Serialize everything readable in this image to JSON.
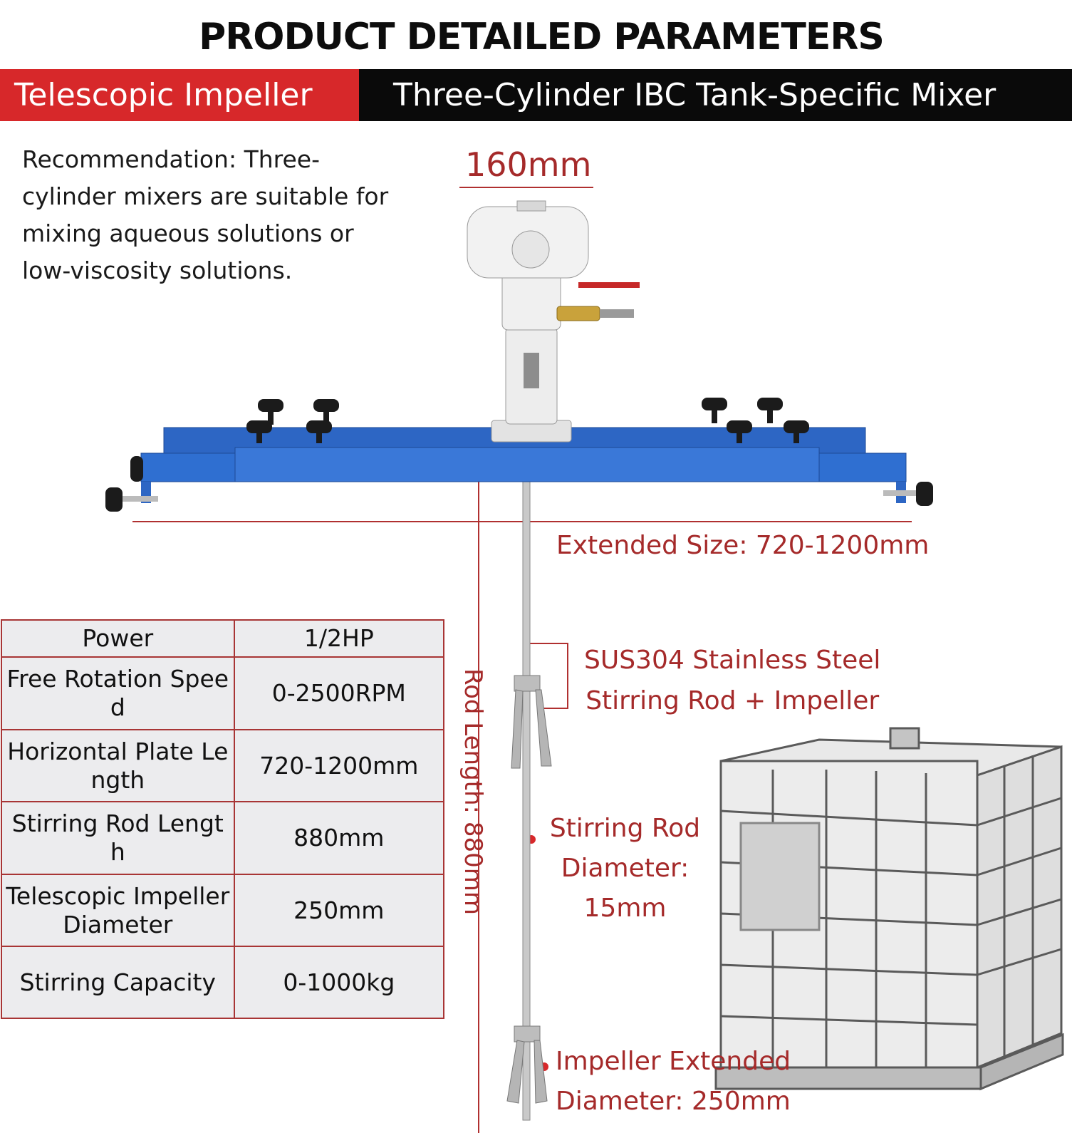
{
  "header": {
    "title": "PRODUCT DETAILED PARAMETERS",
    "tag": "Telescopic Impeller",
    "product": "Three-Cylinder IBC Tank-Specific Mixer"
  },
  "recommendation": "Recommendation: Three-cylinder mixers are suitable for mixing aqueous solutions or low-viscosity solutions.",
  "dimensions": {
    "top_width": "160mm",
    "extended_size": "Extended Size: 720-1200mm",
    "rod_length": "Rod Length: 880mm",
    "material_line1": "SUS304 Stainless Steel",
    "material_line2": "Stirring Rod + Impeller",
    "rod_diameter_line1": "Stirring Rod",
    "rod_diameter_line2": "Diameter:",
    "rod_diameter_line3": "15mm",
    "impeller_line1": "Impeller Extended",
    "impeller_line2": "Diameter: 250mm"
  },
  "specs": [
    {
      "label": "Power",
      "value": "1/2HP"
    },
    {
      "label": "Free Rotation Speed",
      "value": "0-2500RPM"
    },
    {
      "label": "Horizontal Plate Length",
      "value": "720-1200mm"
    },
    {
      "label": "Stirring Rod Length",
      "value": "880mm"
    },
    {
      "label": "Telescopic Impeller Diameter",
      "value": "250mm"
    },
    {
      "label": "Stirring Capacity",
      "value": "0-1000kg"
    }
  ],
  "colors": {
    "banner_red": "#d7282a",
    "banner_black": "#0a0a0a",
    "annotation_red": "#a52a2a",
    "bar_blue": "#2d66c4"
  }
}
